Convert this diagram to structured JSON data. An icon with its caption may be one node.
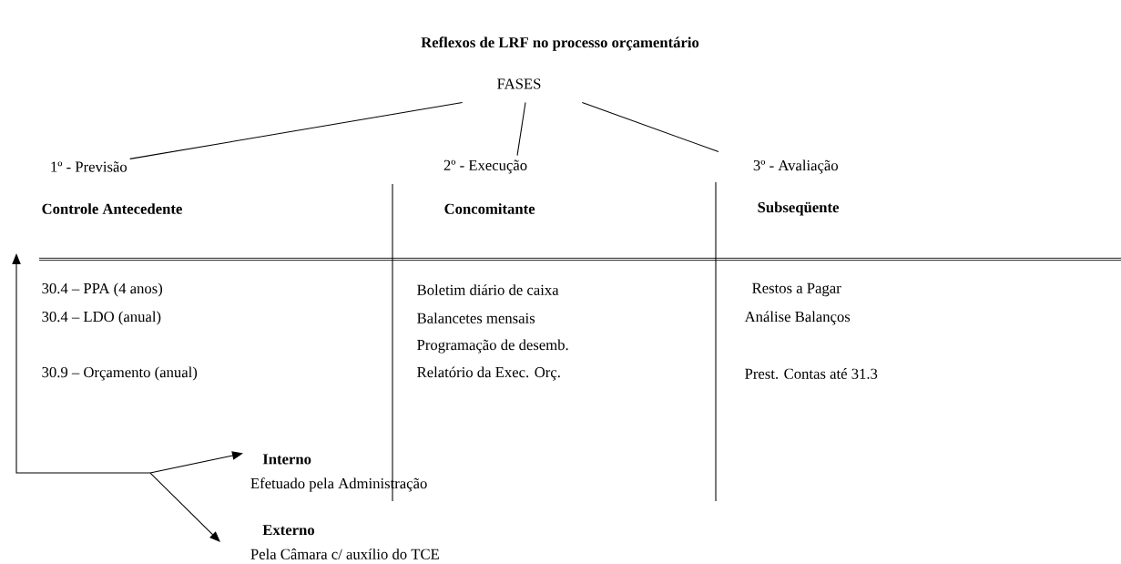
{
  "diagram": {
    "title": "Reflexos de LRF no processo orçamentário",
    "nodes": [
      {
        "text": [
          "FASES"
        ]
      },
      {
        "text": [
          "1º - Previsão"
        ]
      },
      {
        "text": [
          "2º - Execução"
        ]
      },
      {
        "text": [
          "3º - Avaliação"
        ]
      },
      {
        "text": [
          "Interno",
          "Efetuado pela Administração"
        ]
      },
      {
        "text": [
          "Externo",
          "Pela Câmara c/ auxílio do TCE"
        ]
      }
    ],
    "edges": [
      {
        "from": 0,
        "to": 1,
        "arrow": "none"
      },
      {
        "from": 0,
        "to": 2,
        "arrow": "none"
      },
      {
        "from": 0,
        "to": 3,
        "arrow": "none"
      },
      {
        "from": null,
        "to": 4,
        "arrow": "to"
      },
      {
        "from": null,
        "to": 5,
        "arrow": "to"
      }
    ],
    "labels": [
      "Controle Antecedente",
      "Concomitante",
      "Subseqüente",
      "30.4 – PPA (4 anos)",
      "Boletim diário de caixa",
      "Restos a Pagar",
      "30.4 – LDO (anual)",
      "Balancetes mensais",
      "Análise Balanços",
      "Programação de desemb.",
      "30.9 – Orçamento (anual)",
      "Relatório da Exec. Orç.",
      "Prest. Contas até 31.3"
    ]
  }
}
